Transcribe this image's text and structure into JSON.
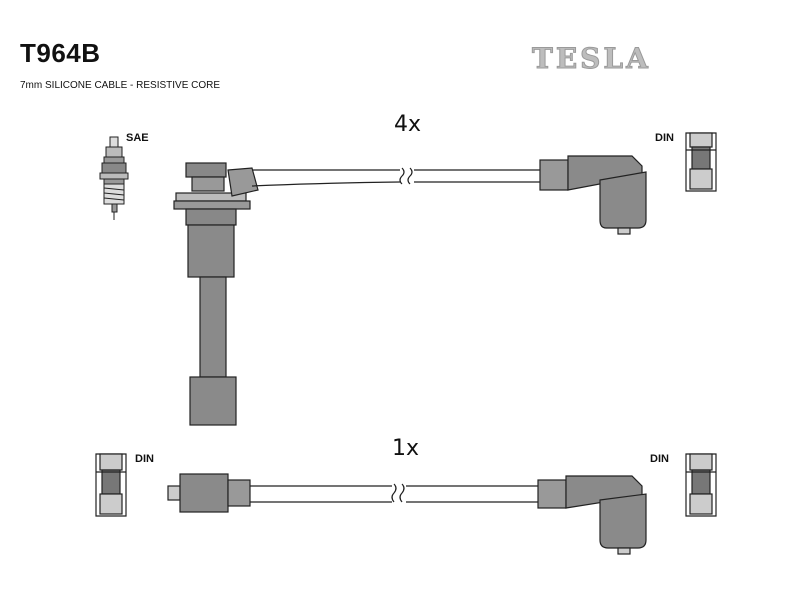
{
  "header": {
    "code": "T964B",
    "subtitle": "7mm SILICONE CABLE - RESISTIVE CORE",
    "brand": "TESLA"
  },
  "labels": {
    "sae": "SAE",
    "din_top": "DIN",
    "din_bottom_left": "DIN",
    "din_bottom_right": "DIN"
  },
  "cables": {
    "top_quantity": "4x",
    "bottom_quantity": "1x"
  },
  "colors": {
    "part_fill": "#8a8a8a",
    "part_light": "#c8c8c8",
    "outline": "#222222",
    "brand": "#bdbdbd"
  },
  "icons": [
    "spark-plug-icon",
    "din-terminal-icon",
    "angled-boot-icon",
    "straight-boot-icon"
  ]
}
